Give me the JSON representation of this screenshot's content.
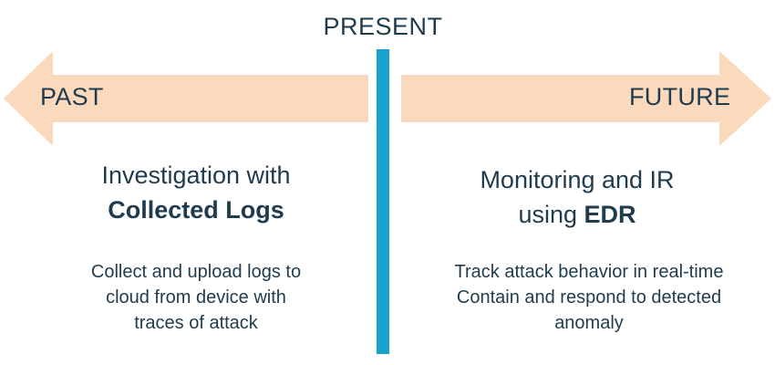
{
  "present_label": "PRESENT",
  "past": {
    "arrow_label": "PAST",
    "heading_line1": "Investigation with",
    "heading_line2": "Collected Logs",
    "body_lines": [
      "Collect and upload logs to",
      "cloud from device with",
      "traces of attack"
    ]
  },
  "future": {
    "arrow_label": "FUTURE",
    "heading_line1": "Monitoring and IR",
    "heading_line2_prefix": "using ",
    "heading_line2_bold": "EDR",
    "body_lines": [
      "Track attack behavior in real-time",
      "Contain and respond to detected",
      "anomaly"
    ]
  },
  "colors": {
    "arrow_fill": "#fad9bd",
    "divider": "#16a3cb",
    "text": "#1f3b4d"
  }
}
